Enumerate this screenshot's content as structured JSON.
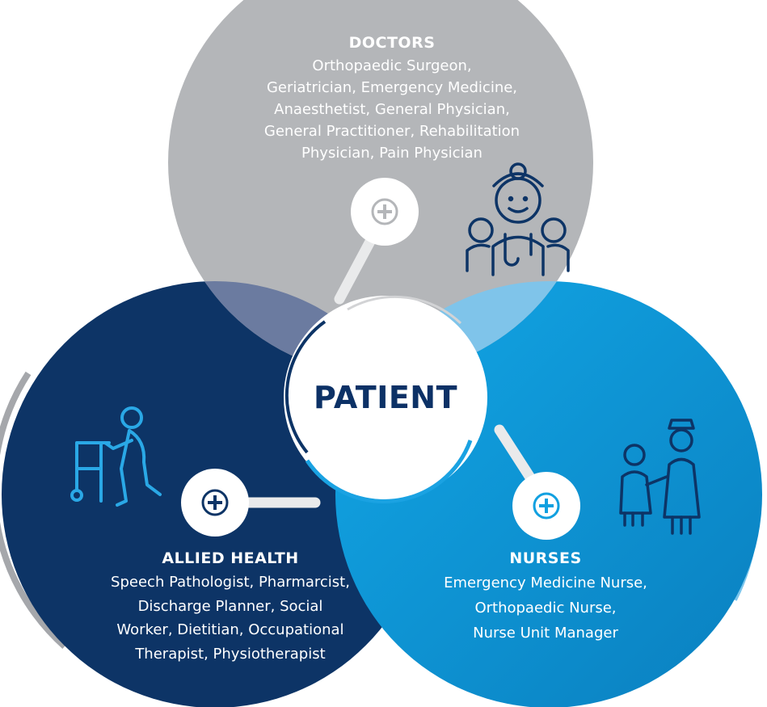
{
  "center": {
    "label": "PATIENT"
  },
  "groups": [
    {
      "key": "doctors",
      "heading": "DOCTORS",
      "lines": [
        "Orthopaedic Surgeon,",
        "Geriatrician, Emergency Medicine,",
        "Anaesthetist, General Physician,",
        "General Practitioner, Rehabilitation",
        "Physician, Pain Physician"
      ],
      "icon": "doctors-group-icon"
    },
    {
      "key": "allied_health",
      "heading": "ALLIED HEALTH",
      "lines": [
        "Speech Pathologist, Pharmarcist,",
        "Discharge Planner, Social",
        "Worker, Dietitian, Occupational",
        "Therapist, Physiotherapist"
      ],
      "icon": "walker-icon"
    },
    {
      "key": "nurses",
      "heading": "NURSES",
      "lines": [
        "Emergency Medicine Nurse,",
        "Orthopaedic Nurse,",
        "Nurse Unit Manager"
      ],
      "icon": "nurse-with-patient-icon"
    }
  ],
  "colors": {
    "doctors": "#b4b6b9",
    "allied_health": "#0d3466",
    "nurses": "#0f9bdc",
    "overlap_left": "#6b7ba0",
    "overlap_right": "#7fc4ea",
    "center_text": "#0c3166"
  }
}
